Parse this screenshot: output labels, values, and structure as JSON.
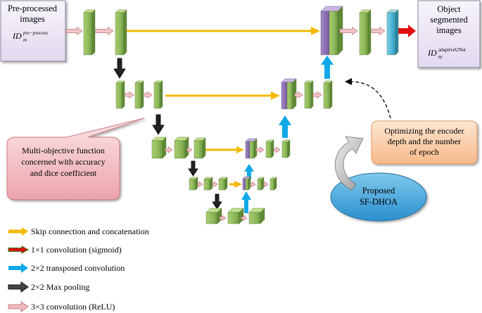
{
  "input_box": {
    "title_line1": "Pre-processed",
    "title_line2": "images",
    "symbol": "ID",
    "symbol_sub": "m",
    "symbol_sup": "pre−process"
  },
  "output_box": {
    "title_line1": "Object",
    "title_line2": "segmented",
    "title_line3": "images",
    "symbol": "ID",
    "symbol_sub": "m",
    "symbol_sup": "adaptiveUNet"
  },
  "callout_objective": {
    "line1": "Multi-objective function",
    "line2": "concerned with accuracy",
    "line3": "and dice coefficient"
  },
  "optimize_box": {
    "line1": "Optimizing the encoder",
    "line2": "depth and the number",
    "line3": "of epoch"
  },
  "algorithm": {
    "line1": "Proposed",
    "line2": "SF-DHOA"
  },
  "legend": [
    {
      "label": "Skip connection and concatenation",
      "icon": "yellow-arrow",
      "color": "#f5b800"
    },
    {
      "label": "1×1 convolution (sigmoid)",
      "icon": "red-arrow",
      "color": "#e01010"
    },
    {
      "label": "2×2 transposed convolution",
      "icon": "cyan-arrow",
      "color": "#10a8e8"
    },
    {
      "label": "2×2 Max pooling",
      "icon": "black-arrow",
      "color": "#111111"
    },
    {
      "label": "3×3 convolution (ReLU)",
      "icon": "pink-arrow",
      "color": "#f0b8bc"
    }
  ],
  "colors": {
    "block_green": "#8db85a",
    "concat_purple": "#8c6fb0",
    "output_cyan": "#4cb8d8",
    "box_lilac": "#ece6f5",
    "callout_pink": "#f4c4ca",
    "optimize_orange": "#fbd2b0"
  }
}
